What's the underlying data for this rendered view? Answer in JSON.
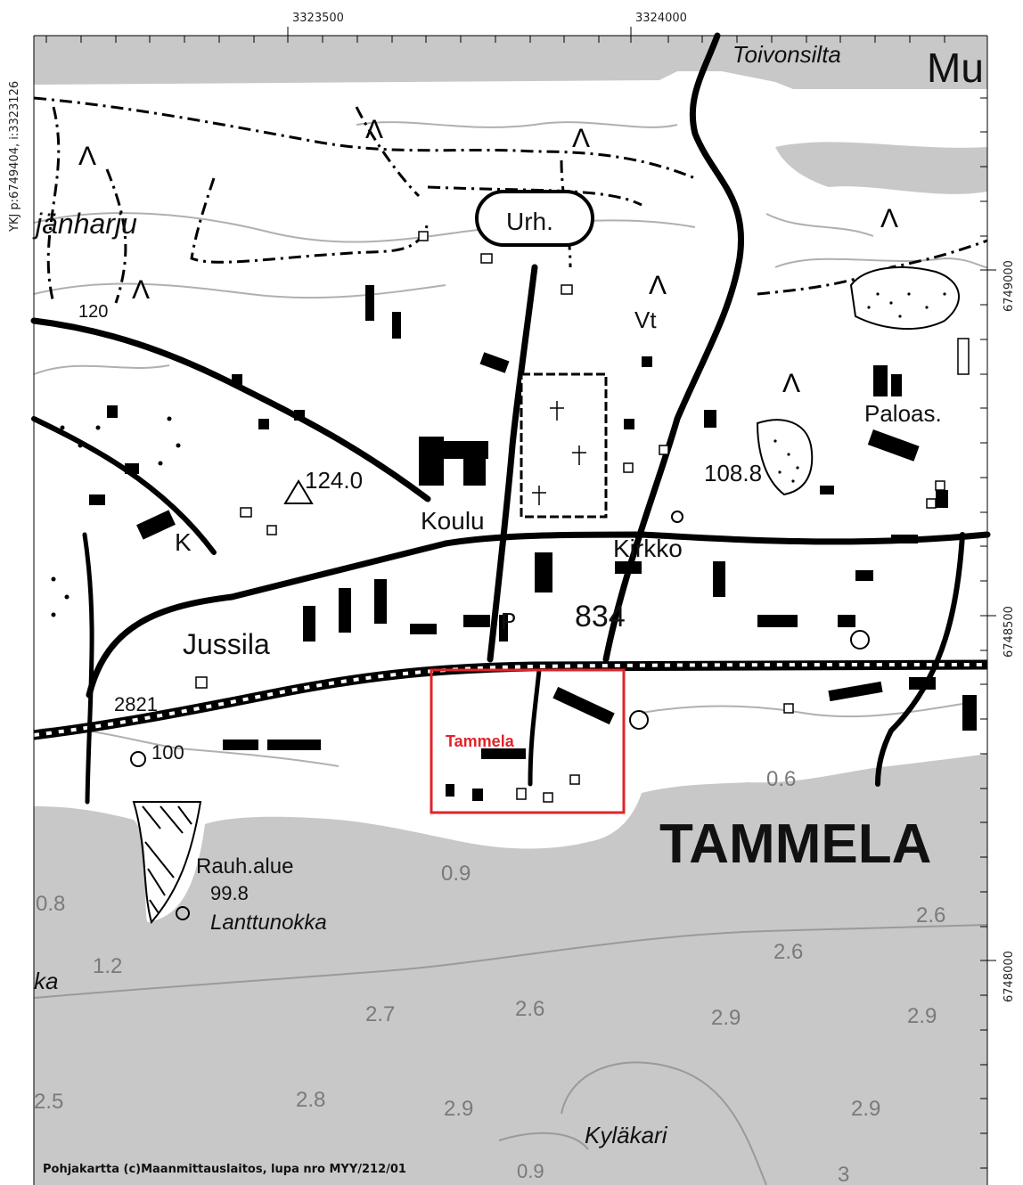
{
  "grid": {
    "top_easting": [
      "3323500",
      "3324000"
    ],
    "right_northing": [
      "6749000",
      "6748500",
      "6748000"
    ],
    "left_note": "YKJ p:6749404, i:3323126"
  },
  "labels": {
    "toivonsilta": "Toivonsilta",
    "mu": "Mu",
    "janharju": "jänharju",
    "urh": "Urh.",
    "vt": "Vt",
    "paloas": "Paloas.",
    "spot_124": "124.0",
    "spot_108": "108.8",
    "koulu": "Koulu",
    "kirkko": "Kirkko",
    "k": "K",
    "p": "P",
    "road_834": "834",
    "jussila": "Jussila",
    "road_2821": "2821",
    "contour_100": "100",
    "contour_120": "120",
    "tammela_big": "TAMMELA",
    "rauh_alue": "Rauh.alue",
    "spot_99": "99.8",
    "lanttunokka": "Lanttunokka",
    "ka": "ka",
    "kylakari": "Kyläkari",
    "lake_3": "3"
  },
  "depths": [
    "0.6",
    "0.9",
    "0.8",
    "2.6",
    "1.2",
    "2.6",
    "2.7",
    "2.6",
    "2.9",
    "2.9",
    "2.5",
    "2.8",
    "2.9",
    "2.9",
    "0.9"
  ],
  "highlight": {
    "label": "Tammela",
    "color": "#e0242a"
  },
  "copyright": "Pohjakartta (c)Maanmittauslaitos, lupa nro MYY/212/01",
  "colors": {
    "land": "#ffffff",
    "water": "#c8c8c8",
    "road": "#000000",
    "contour": "#b0b0b0"
  }
}
